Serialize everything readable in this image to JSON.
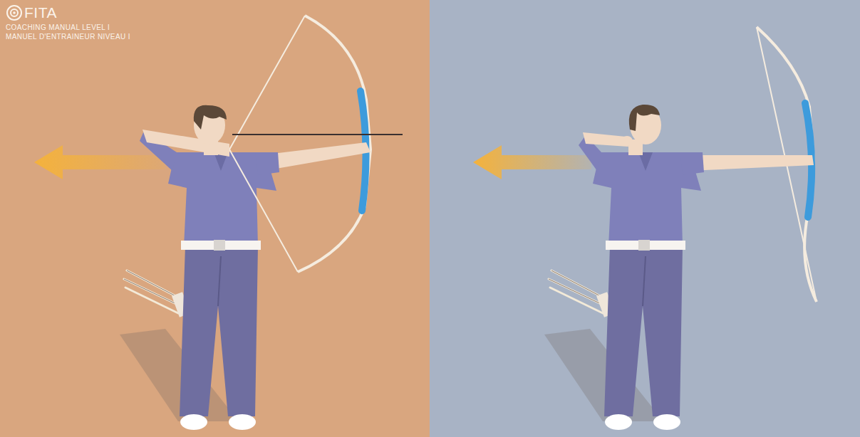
{
  "diagram": {
    "labels": [
      "FITA",
      "COACHING MANUAL LEVEL I",
      "MANUEL D'ENTRAINEUR NIVEAU I"
    ]
  }
}
